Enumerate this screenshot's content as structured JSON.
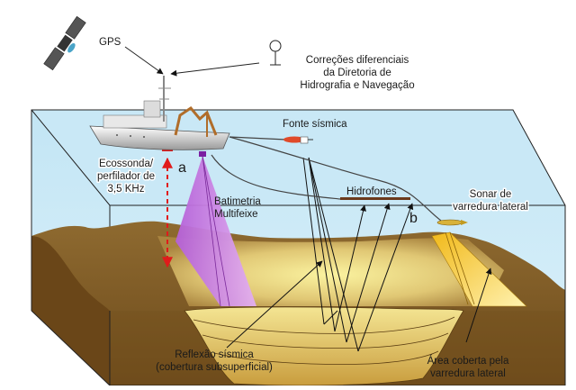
{
  "title": "Levantamento hidrográfico e geofísico marinho",
  "labels": {
    "gps": "GPS",
    "corrections": [
      "Correções diferenciais",
      "da Diretoria de",
      "Hidrografia e Navegação"
    ],
    "seismic_source": "Fonte sísmica",
    "echosounder": [
      "Ecossonda/",
      "perfilador de",
      "3,5 KHz"
    ],
    "marker_a": "a",
    "marker_b": "b",
    "multibeam": [
      "Batimetria",
      "Multifeixe"
    ],
    "hydrophones": "Hidrofones",
    "side_scan_sonar": [
      "Sonar de",
      "varredura lateral"
    ],
    "seismic_reflection": [
      "Reflexão sísmica",
      "(cobertura subsuperficial)"
    ],
    "side_scan_area": [
      "Área coberta pela",
      "varredura lateral"
    ]
  },
  "colors": {
    "water": "#cfeaf7",
    "water_top": "#bfe3f3",
    "seabed_dark": "#7a5522",
    "seabed_mid": "#a57c3d",
    "sediment_light": "#f6e98e",
    "multibeam": "#c77ae0",
    "echosounder_arrow": "#e01b1b",
    "hydrophone_bar": "#6b3a1c",
    "sonar_swath": "#f3c321"
  }
}
